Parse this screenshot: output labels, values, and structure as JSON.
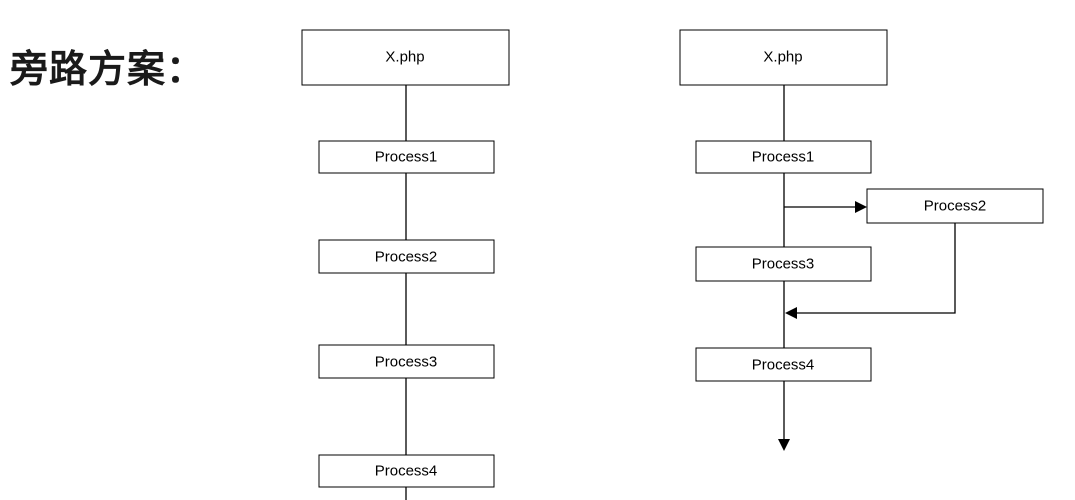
{
  "title": "旁路方案：",
  "left_flow": {
    "entry": "X.php",
    "steps": [
      "Process1",
      "Process2",
      "Process3",
      "Process4"
    ]
  },
  "right_flow": {
    "entry": "X.php",
    "main_steps": [
      "Process1",
      "Process3",
      "Process4"
    ],
    "bypass_step": "Process2"
  }
}
